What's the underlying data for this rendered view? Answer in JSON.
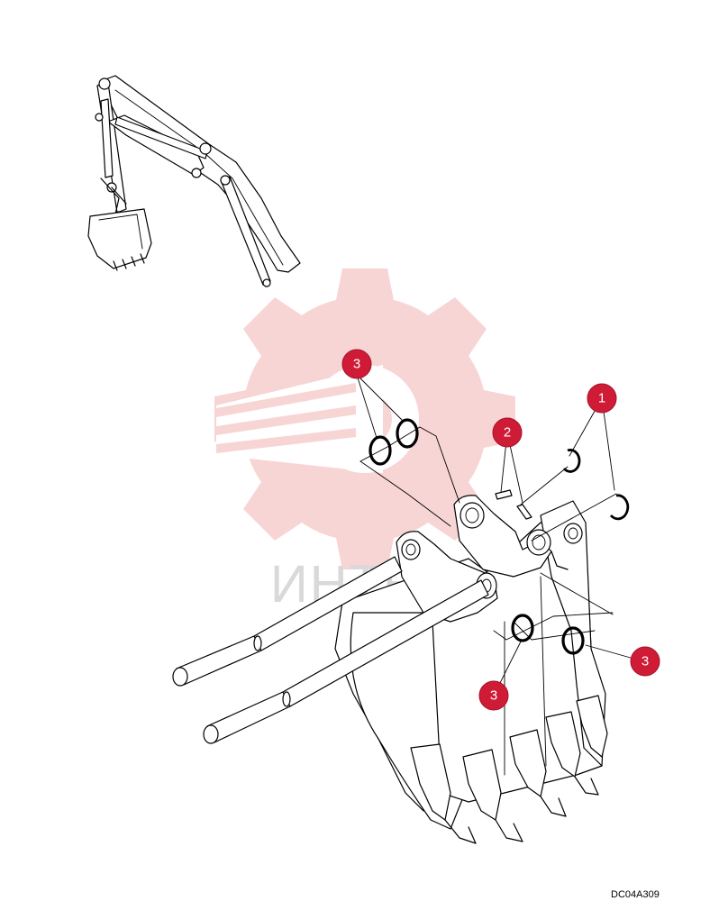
{
  "diagram": {
    "drawing_code": "DC04A309",
    "watermark_text": "ИНТЕХ",
    "callout_color": "#cf1b36",
    "callouts": [
      {
        "id": "callout-1",
        "label": "1"
      },
      {
        "id": "callout-2",
        "label": "2"
      },
      {
        "id": "callout-3-top",
        "label": "3"
      },
      {
        "id": "callout-3-right",
        "label": "3"
      },
      {
        "id": "callout-3-bottom",
        "label": "3"
      }
    ],
    "icons": [
      "excavator-boom-icon",
      "bucket-icon",
      "watermark-gear-icon"
    ]
  }
}
